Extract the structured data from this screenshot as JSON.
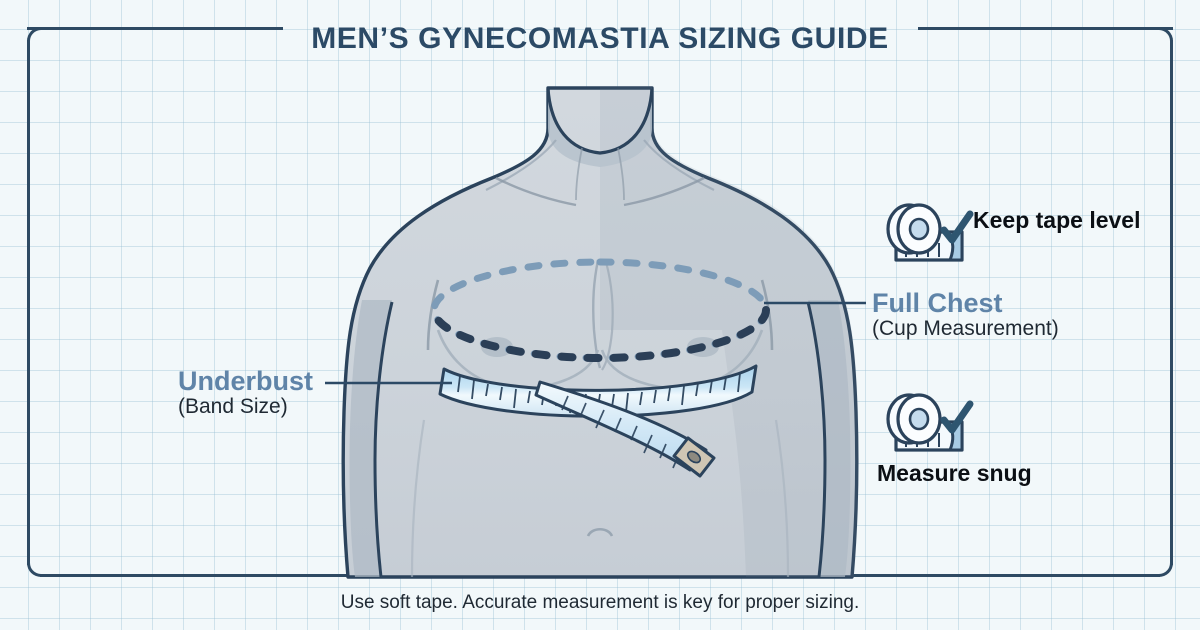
{
  "header": {
    "title": "MEN’S GYNECOMASTIA SIZING GUIDE"
  },
  "figure": {
    "alt_name": "male-torso-diagram",
    "chest_ellipse_name": "full-chest-dashed-ellipse",
    "tape_name": "measuring-tape-around-underbust"
  },
  "labels": {
    "underbust": {
      "title": "Underbust",
      "subtitle": "(Band Size)"
    },
    "full_chest": {
      "title": "Full Chest",
      "subtitle": "(Cup Measurement)"
    },
    "keep_tape_level": "Keep tape level",
    "measure_snug": "Measure snug"
  },
  "footer": {
    "note": "Use soft tape. Accurate measurement is key for proper sizing."
  },
  "colors": {
    "background": "#f2f8fa",
    "grid_line": "#96bed2",
    "frame": "#2e4a63",
    "title": "#2c4a66",
    "label_primary": "#5f84a8",
    "label_dark": "#0b0f14",
    "body_fill": "#ccd3da",
    "body_outline": "#2b435c",
    "tape_fill": "#bcdcf0",
    "tape_outline": "#2b435c",
    "checkmark": "#2e5570"
  },
  "icons": {
    "tape_roll_top": "tape-measure-roll-icon",
    "check_top": "checkmark-icon",
    "tape_roll_bottom": "tape-measure-roll-icon",
    "check_bottom": "checkmark-icon"
  }
}
